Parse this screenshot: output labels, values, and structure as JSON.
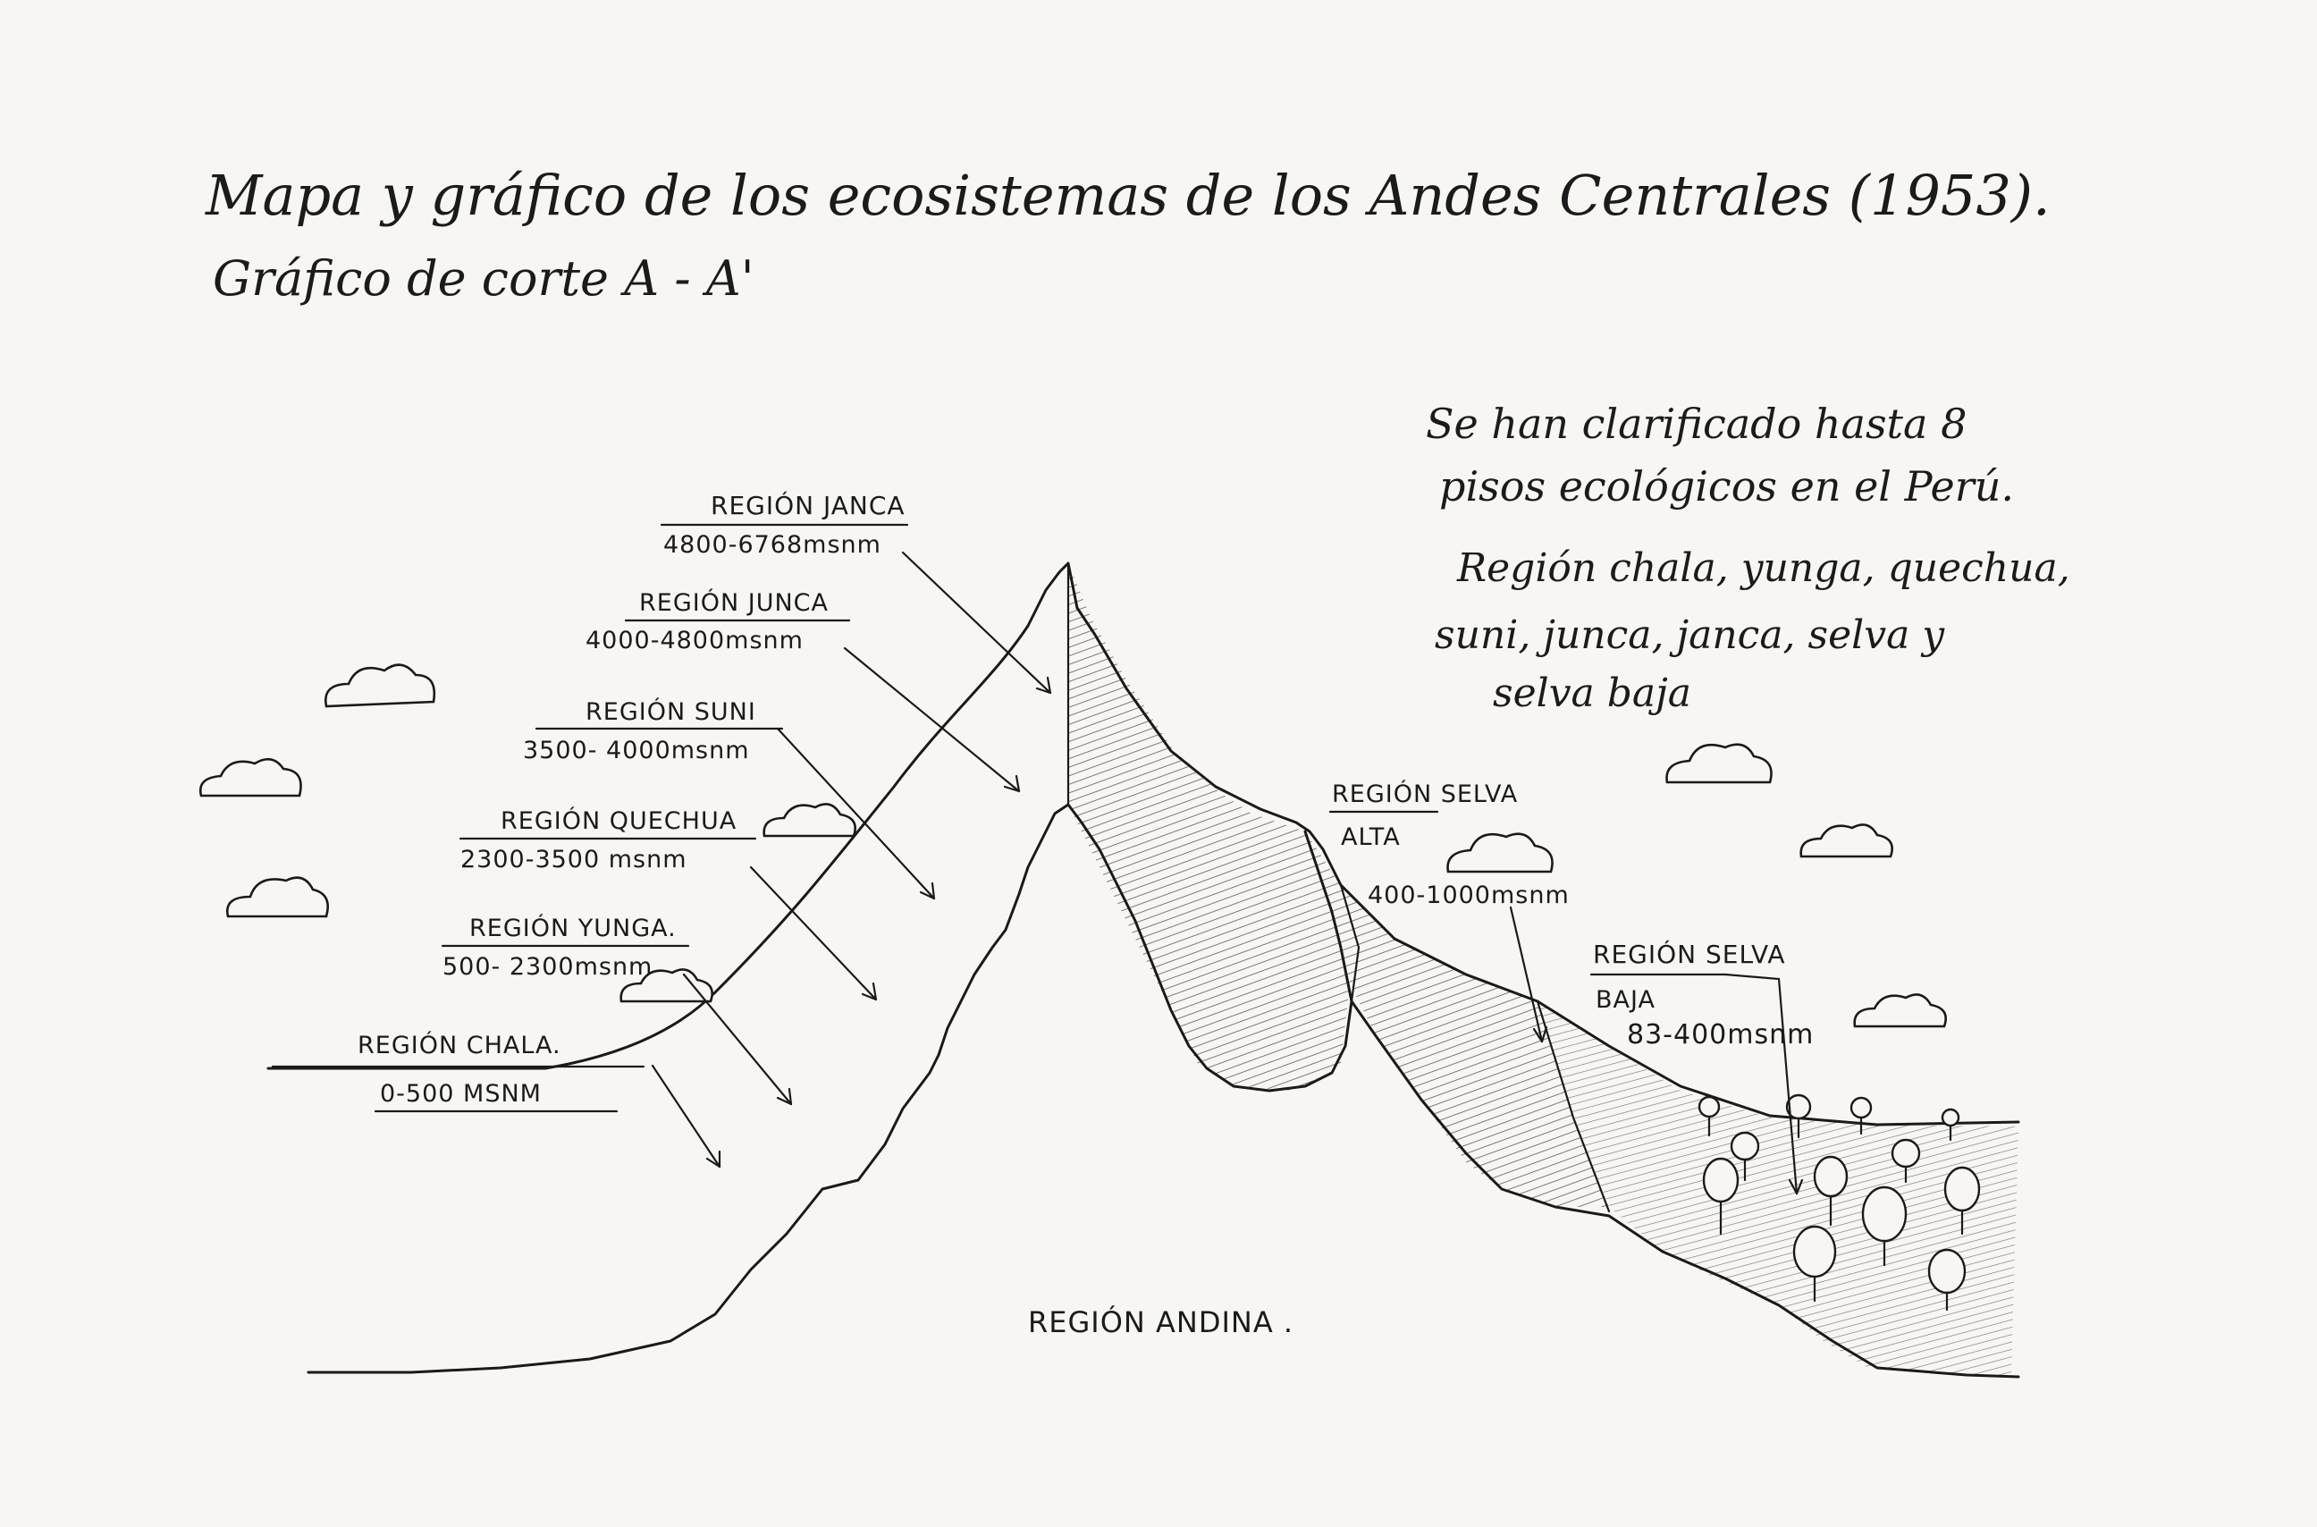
{
  "title": "Mapa y gráfico de los ecosistemas de los Andes Centrales (1953).",
  "subtitle": "Gráfico de corte A - A'",
  "note": {
    "lines": [
      "Se han clarificado hasta 8",
      "pisos ecológicos en el Perú.",
      "Región chala, yunga, quechua,",
      "suni, junca, janca, selva y",
      "selva baja"
    ]
  },
  "regions": [
    {
      "name": "REGIÓN JANCA",
      "range": "4800-6768msnm"
    },
    {
      "name": "REGIÓN JUNCA",
      "range": "4000-4800msnm"
    },
    {
      "name": "REGIÓN SUNI",
      "range": "3500- 4000msnm"
    },
    {
      "name": "REGIÓN QUECHUA",
      "range": "2300-3500 msnm"
    },
    {
      "name": "REGIÓN YUNGA.",
      "range": "500- 2300msnm"
    },
    {
      "name": "REGIÓN CHALA.",
      "range": "0-500 MSNM"
    },
    {
      "name": "REGIÓN SELVA",
      "name2": "ALTA",
      "range": "400-1000msnm"
    },
    {
      "name": "REGIÓN SELVA",
      "name2": "BAJA",
      "range": "83-400msnm"
    }
  ],
  "center_label": "REGIÓN ANDINA ."
}
